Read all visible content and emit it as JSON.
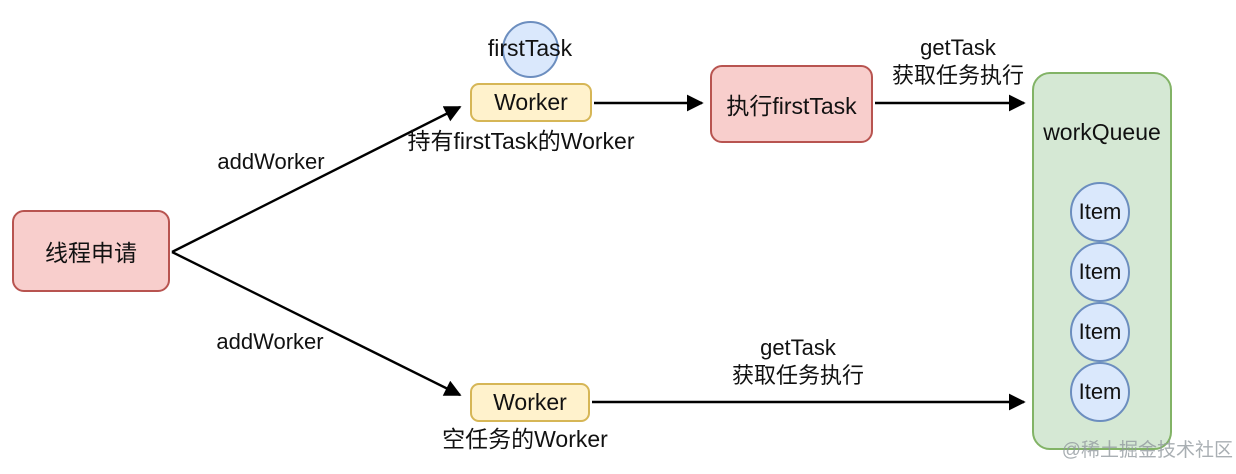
{
  "diagram": {
    "nodes": {
      "thread_request": "线程申请",
      "worker_top": "Worker",
      "worker_top_caption": "持有firstTask的Worker",
      "first_task": "firstTask",
      "exec_first_task": "执行firstTask",
      "worker_bottom": "Worker",
      "worker_bottom_caption": "空任务的Worker",
      "work_queue_title": "workQueue",
      "queue_items": [
        "Item",
        "Item",
        "Item",
        "Item"
      ]
    },
    "edges": {
      "add_worker_top": "addWorker",
      "add_worker_bottom": "addWorker",
      "get_task_top": {
        "line1": "getTask",
        "line2": "获取任务执行"
      },
      "get_task_bottom": {
        "line1": "getTask",
        "line2": "获取任务执行"
      }
    },
    "watermark": "@稀土掘金技术社区",
    "colors": {
      "node_pink_fill": "#f8cecc",
      "node_pink_border": "#b85450",
      "node_yellow_fill": "#fff2cc",
      "node_yellow_border": "#d6b656",
      "node_green_fill": "#d5e8d4",
      "node_green_border": "#82b366",
      "node_blue_fill": "#dae8fc",
      "node_blue_border": "#6c8ebf",
      "arrow": "#000000",
      "watermark_gray": "#9198a0"
    }
  }
}
